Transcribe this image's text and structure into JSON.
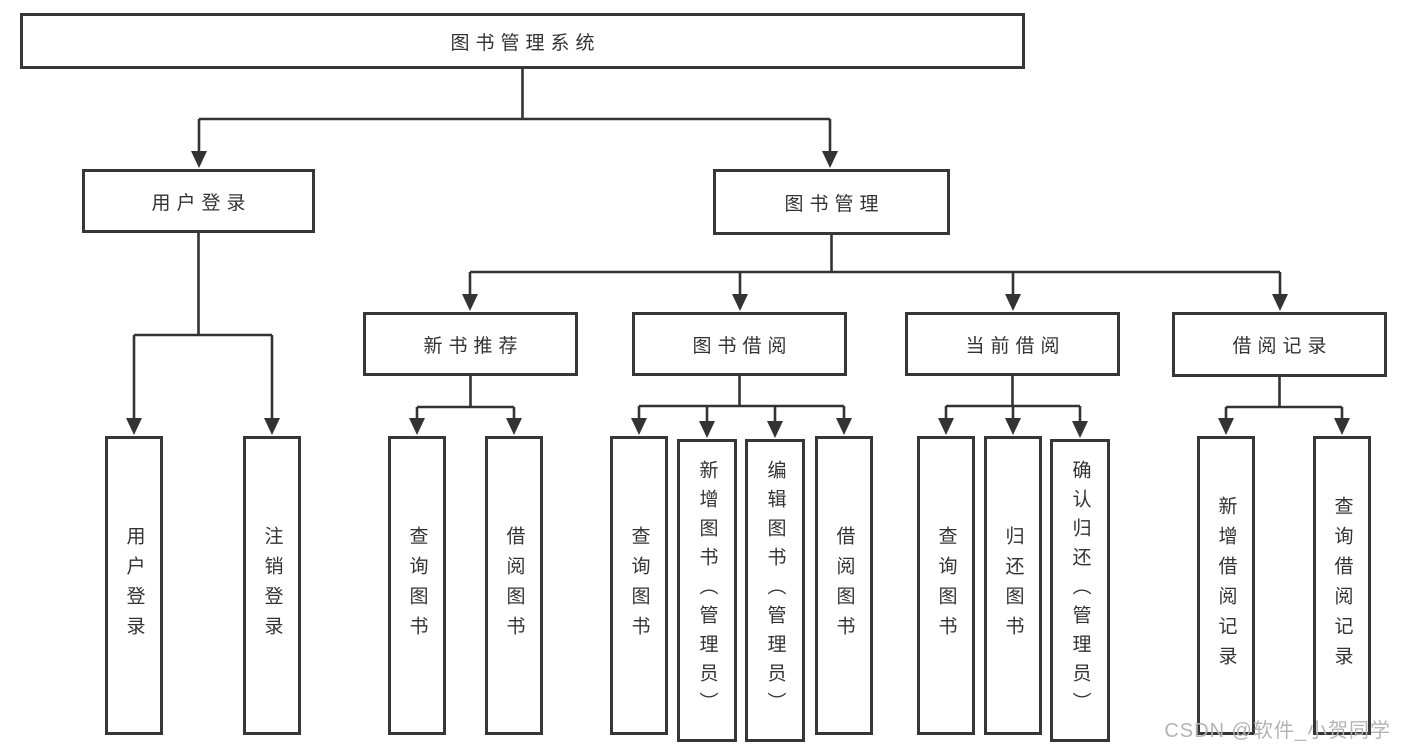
{
  "nodes": {
    "root": "图书管理系统",
    "user_login": "用户登录",
    "book_management": "图书管理",
    "new_book_recommend": "新书推荐",
    "book_borrow": "图书借阅",
    "current_borrow": "当前借阅",
    "borrow_records": "借阅记录",
    "ul_user_login": "用户登录",
    "ul_logout": "注销登录",
    "nr_query_books": "查询图书",
    "nr_borrow_books": "借阅图书",
    "bb_query_books": "查询图书",
    "bb_add_books_admin": "新增图书（管理员）",
    "bb_edit_books_admin": "编辑图书（管理员）",
    "bb_borrow_books": "借阅图书",
    "cb_query_books": "查询图书",
    "cb_return_books": "归还图书",
    "cb_confirm_return_admin": "确认归还（管理员）",
    "br_add_record": "新增借阅记录",
    "br_query_record": "查询借阅记录"
  },
  "structure": {
    "图书管理系统": {
      "用户登录": [
        "用户登录",
        "注销登录"
      ],
      "图书管理": {
        "新书推荐": [
          "查询图书",
          "借阅图书"
        ],
        "图书借阅": [
          "查询图书",
          "新增图书（管理员）",
          "编辑图书（管理员）",
          "借阅图书"
        ],
        "当前借阅": [
          "查询图书",
          "归还图书",
          "确认归还（管理员）"
        ],
        "借阅记录": [
          "新增借阅记录",
          "查询借阅记录"
        ]
      }
    }
  },
  "watermark": {
    "text": "CSDN @软件_小贺同学"
  },
  "colors": {
    "line": "#333333",
    "box_border": "#363636",
    "text": "#333333",
    "background": "#ffffff",
    "watermark": "#b4b4b4"
  }
}
